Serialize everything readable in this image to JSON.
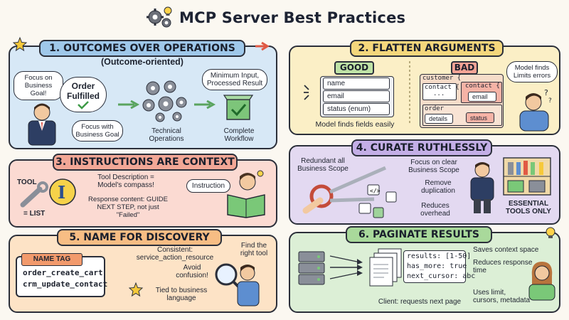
{
  "title": "MCP Server Best Practices",
  "p1": {
    "heading": "1. OUTCOMES OVER OPERATIONS",
    "subheading": "(Outcome-oriented)",
    "focus_goal": "Focus on Business Goal!",
    "order_fulfilled": "Order Fulfilled",
    "focus_with": "Focus with Business Goal",
    "min_input": "Minimum Input, Processed Result",
    "tech_ops": "Technical Operations",
    "complete": "Complete Workflow"
  },
  "p2": {
    "heading": "2. FLATTEN ARGUMENTS",
    "good": "GOOD",
    "bad": "BAD",
    "good_fields": [
      "name",
      "email",
      "status (enum)"
    ],
    "model_easy": "Model finds fields easily",
    "customer": "customer {",
    "contact1": "contact {",
    "dots": "...",
    "contact2": "contact {",
    "email": "email",
    "order": "order",
    "details": "details",
    "status": "status",
    "model_limits": "Model finds Limits errors"
  },
  "p3": {
    "heading": "3. INSTRUCTIONS ARE CONTEXT",
    "tool": "TOOL",
    "list": "= LIST",
    "tool_desc": "Tool Description = Model's compass!",
    "response": "Response content: GUIDE NEXT STEP, not just \"Failed\"",
    "instruction": "Instruction"
  },
  "p4": {
    "heading": "4. CURATE RUTHLESSLY",
    "redundant": "Redundant all Business Scope",
    "focus_clear": "Focus on clear Business Scope",
    "remove_dup": "Remove duplication",
    "reduces_overhead": "Reduces overhead",
    "essential": "ESSENTIAL TOOLS ONLY"
  },
  "p5": {
    "heading": "5. NAME FOR DISCOVERY",
    "name_tag": "NAME TAG",
    "tag1": "order_create_cart",
    "tag2": "crm_update_contact",
    "consistent": "Consistent: service_action_resource",
    "avoid": "Avoid confusion!",
    "tied": "Tied to business language",
    "find": "Find the right tool"
  },
  "p6": {
    "heading": "6. PAGINATE RESULTS",
    "results": "results: [1-50]",
    "has_more": "has_more: true",
    "next_cursor": "next_cursor: abc",
    "client": "Client: requests next page",
    "saves": "Saves context space",
    "reduces_time": "Reduces response time",
    "uses": "Uses limit, cursors, metadata"
  },
  "colors": {
    "p1": "#d7e8f6",
    "p1hdr": "#9fc8ea",
    "p2": "#fbefc6",
    "p2hdr": "#f4d77c",
    "p3": "#fbdad2",
    "p3hdr": "#f2a796",
    "p4": "#e3d9f1",
    "p4hdr": "#c3aee6",
    "p5": "#fde3c6",
    "p5hdr": "#f7bd84",
    "p6": "#dcefd6",
    "p6hdr": "#a9d99b"
  }
}
